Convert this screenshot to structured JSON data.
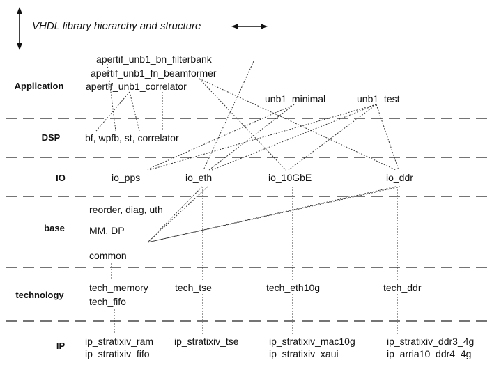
{
  "title": "VHDL library hierarchy and structure",
  "layers": {
    "application": "Application",
    "dsp": "DSP",
    "io": "IO",
    "base": "base",
    "technology": "technology",
    "ip": "IP"
  },
  "application": {
    "filterbank": "apertif_unb1_bn_filterbank",
    "beamformer": "apertif_unb1_fn_beamformer",
    "correlator": "apertif_unb1_correlator",
    "minimal": "unb1_minimal",
    "test": "unb1_test"
  },
  "dsp": {
    "libs": "bf, wpfb, st, correlator"
  },
  "io": {
    "pps": "io_pps",
    "eth": "io_eth",
    "tengbe": "io_10GbE",
    "ddr": "io_ddr"
  },
  "base": {
    "line1": "reorder, diag, uth",
    "line2": "MM, DP",
    "line3": "common"
  },
  "technology": {
    "memory": "tech_memory",
    "fifo": "tech_fifo",
    "tse": "tech_tse",
    "eth10g": "tech_eth10g",
    "ddr": "tech_ddr"
  },
  "ip": {
    "ram": "ip_stratixiv_ram",
    "fifo": "ip_stratixiv_fifo",
    "tse": "ip_stratixiv_tse",
    "mac10g": "ip_stratixiv_mac10g",
    "xaui": "ip_stratixiv_xaui",
    "ddr3": "ip_stratixiv_ddr3_4g",
    "ddr4": "ip_arria10_ddr4_4g"
  }
}
